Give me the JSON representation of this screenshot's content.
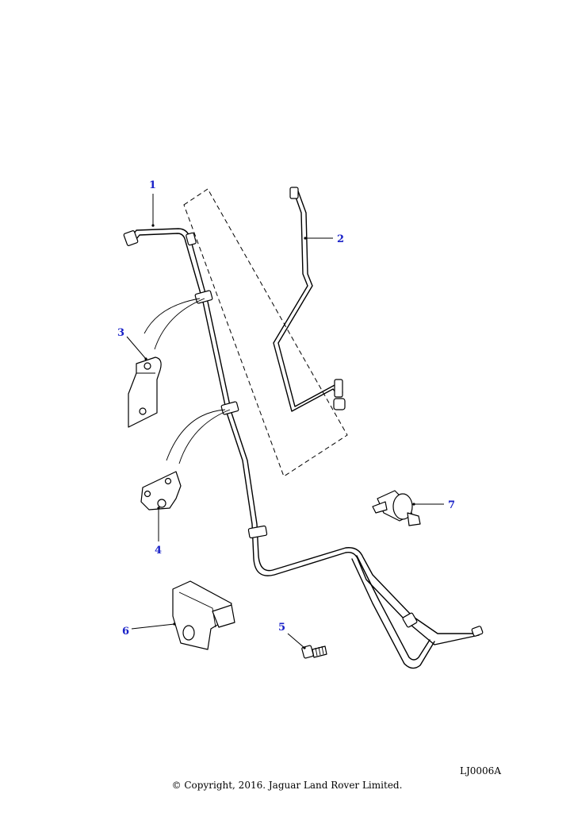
{
  "callouts": [
    {
      "id": "1",
      "label": "1"
    },
    {
      "id": "2",
      "label": "2"
    },
    {
      "id": "3",
      "label": "3"
    },
    {
      "id": "4",
      "label": "4"
    },
    {
      "id": "5",
      "label": "5"
    },
    {
      "id": "6",
      "label": "6"
    },
    {
      "id": "7",
      "label": "7"
    }
  ],
  "footer": {
    "reference": "LJ0006A",
    "copyright": "© Copyright, 2016. Jaguar Land Rover Limited."
  }
}
